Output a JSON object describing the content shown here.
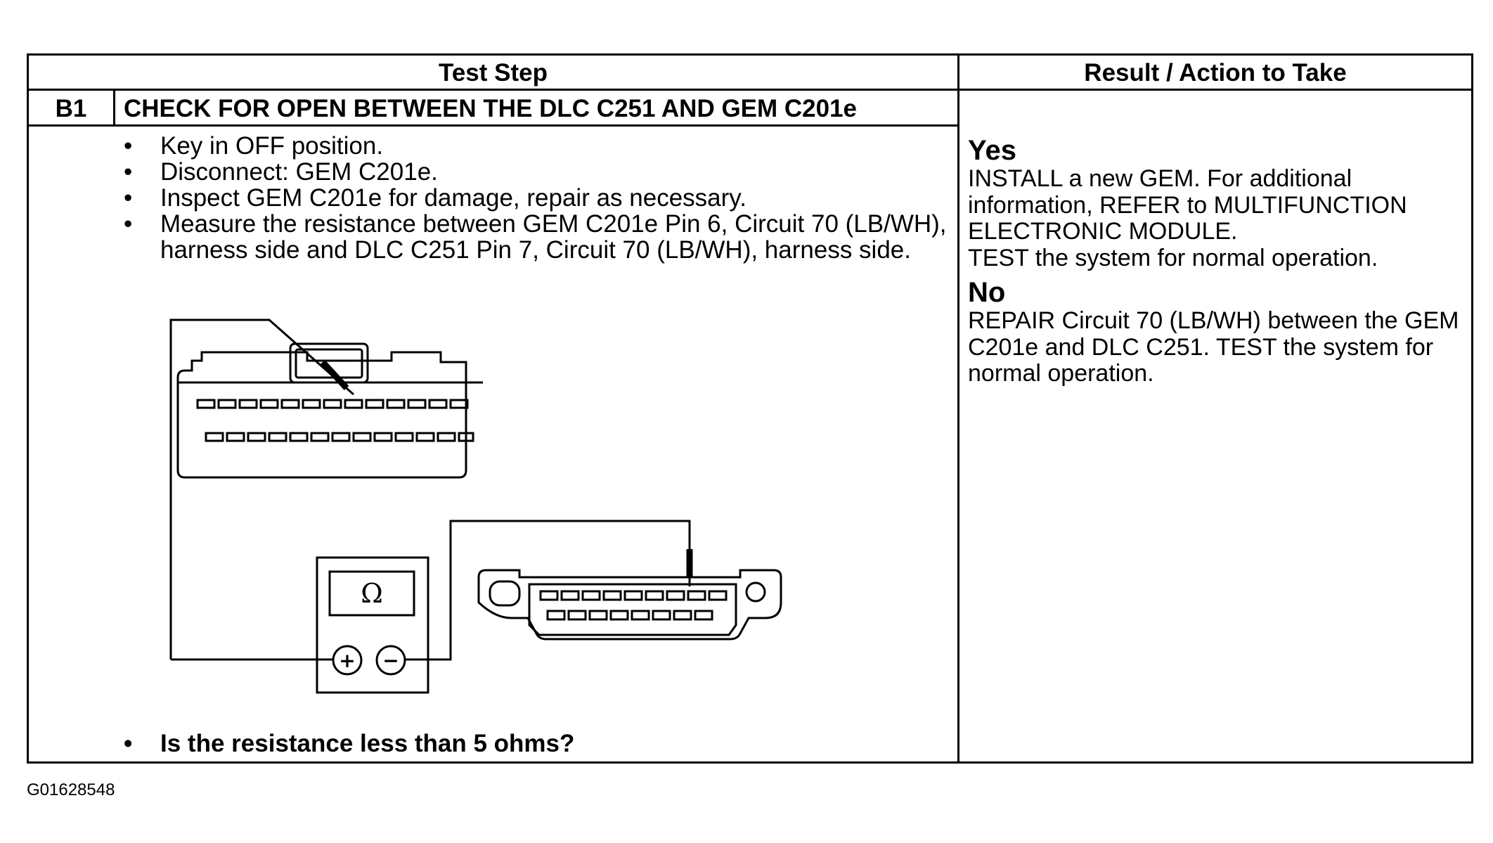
{
  "table": {
    "header_test_step": "Test Step",
    "header_result": "Result / Action to Take"
  },
  "step": {
    "id": "B1",
    "title": "CHECK FOR OPEN BETWEEN THE DLC C251 AND GEM C201e",
    "bullets": [
      "Key in OFF position.",
      "Disconnect: GEM C201e.",
      "Inspect GEM C201e for damage, repair as necessary.",
      "Measure the resistance between GEM C201e Pin 6, Circuit 70 (LB/WH), harness side and DLC C251 Pin 7, Circuit 70 (LB/WH), harness side."
    ],
    "question": "Is the resistance less than 5 ohms?"
  },
  "diagram": {
    "meter_symbol": "Ω",
    "plus_symbol": "+",
    "minus_symbol": "−"
  },
  "result": {
    "yes_label": "Yes",
    "yes_text_1": "INSTALL a new GEM. For additional information, REFER to MULTIFUNCTION ELECTRONIC MODULE.",
    "yes_text_2": "TEST the system for normal operation.",
    "no_label": "No",
    "no_text": "REPAIR Circuit 70 (LB/WH) between the GEM C201e and DLC C251. TEST the system for normal operation."
  },
  "figure_id": "G01628548"
}
